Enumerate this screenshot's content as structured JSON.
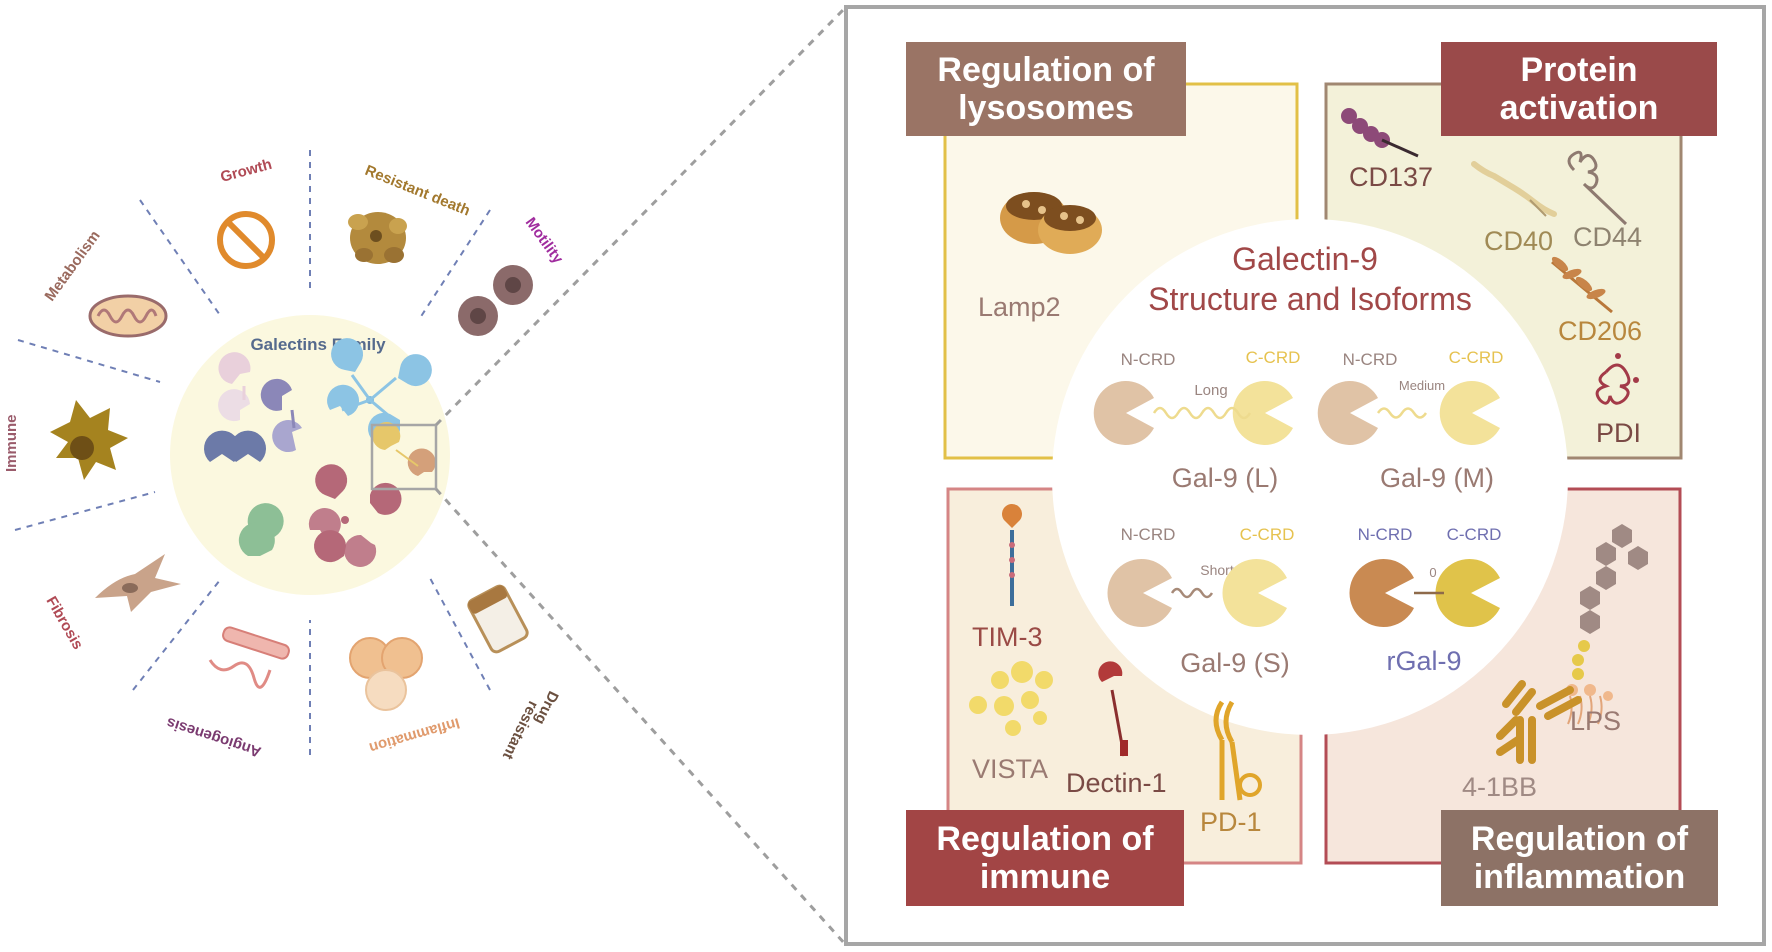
{
  "left": {
    "center_title": "Galectins Family",
    "sectors": {
      "growth": "Growth",
      "resistant_death": "Resistant death",
      "motility": "Motility",
      "metabolism": "Metabolism",
      "immune": "Immune",
      "fibrosis": "Fibrosis",
      "angiogenesis": "Angiogenesis",
      "inflammation": "Inflammation",
      "drug_resistant_1": "Drug",
      "drug_resistant_2": "resistant"
    }
  },
  "right": {
    "center_title_1": "Galectin-9",
    "center_title_2": "Structure and Isoforms",
    "isoforms": [
      {
        "n": "N-CRD",
        "c": "C-CRD",
        "linker": "Long",
        "name": "Gal-9 (L)"
      },
      {
        "n": "N-CRD",
        "c": "C-CRD",
        "linker": "Medium",
        "name": "Gal-9 (M)"
      },
      {
        "n": "N-CRD",
        "c": "C-CRD",
        "linker": "Short",
        "name": "Gal-9 (S)"
      },
      {
        "n": "N-CRD",
        "c": "C-CRD",
        "linker": "0",
        "name": "rGal-9"
      }
    ],
    "panels": {
      "lysosomes": {
        "title_1": "Regulation of",
        "title_2": "lysosomes",
        "items": [
          "Lamp2"
        ]
      },
      "protein": {
        "title_1": "Protein",
        "title_2": "activation",
        "items": [
          "CD137",
          "CD40",
          "CD44",
          "CD206",
          "PDI"
        ]
      },
      "immune": {
        "title_1": "Regulation of",
        "title_2": "immune",
        "items": [
          "TIM-3",
          "VISTA",
          "Dectin-1",
          "PD-1"
        ]
      },
      "inflammation": {
        "title_1": "Regulation of",
        "title_2": "inflammation",
        "items": [
          "LPS",
          "4-1BB"
        ]
      }
    }
  },
  "colors": {
    "lysosomes_label": "#9a7465",
    "protein_label": "#9a4a4a",
    "immune_label": "#a24545",
    "inflammation_label": "#8d7266"
  }
}
